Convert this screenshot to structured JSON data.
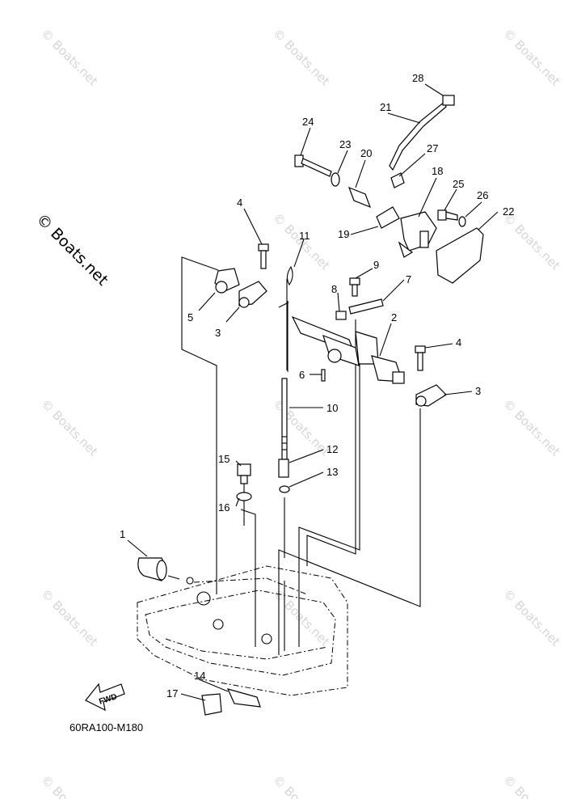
{
  "diagram": {
    "code": "60RA100-M180",
    "fwd_label": "FWD",
    "copyright": "© Boats.net",
    "watermark_text": "© Boats.net",
    "callouts": [
      "1",
      "2",
      "3",
      "3",
      "4",
      "4",
      "5",
      "6",
      "7",
      "8",
      "9",
      "10",
      "11",
      "12",
      "13",
      "14",
      "15",
      "16",
      "17",
      "18",
      "19",
      "20",
      "21",
      "22",
      "23",
      "24",
      "25",
      "26",
      "27",
      "28"
    ]
  }
}
